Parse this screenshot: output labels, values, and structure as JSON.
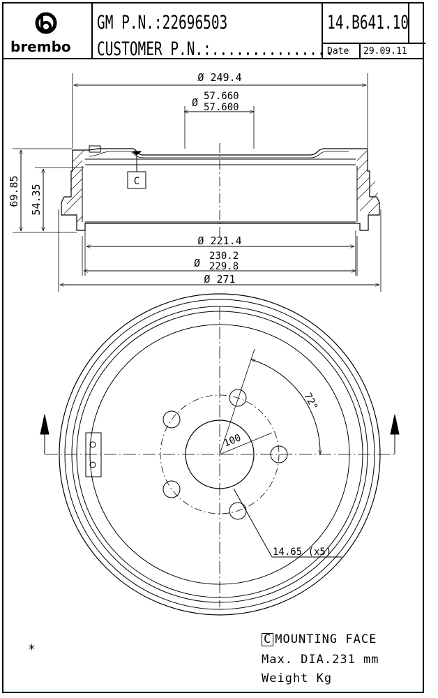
{
  "header": {
    "brand": "brembo",
    "gm_pn": "GM P.N.:22696503",
    "customer_pn": "CUSTOMER P.N.:...............",
    "code": "14.B641.10",
    "date_label": "Date",
    "date_value": "29.09.11"
  },
  "dimensions": {
    "outer_top": "Ø 249.4",
    "bore_upper": "57.660",
    "bore_lower": "57.600",
    "mount_label": "C",
    "height_total": "69.85",
    "height_inner": "54.35",
    "inner_dia": "Ø 221.4",
    "drum_upper": "230.2",
    "drum_lower": "229.8",
    "outer_dia": "Ø 271",
    "angle": "72°",
    "pcd": "100",
    "hole": "14.65 (x5)"
  },
  "notes": {
    "mount_box": "C",
    "mounting_face": "MOUNTING FACE",
    "max_dia": "Max. DIA.231 mm",
    "weight": "Weight  Kg",
    "star": "*"
  }
}
